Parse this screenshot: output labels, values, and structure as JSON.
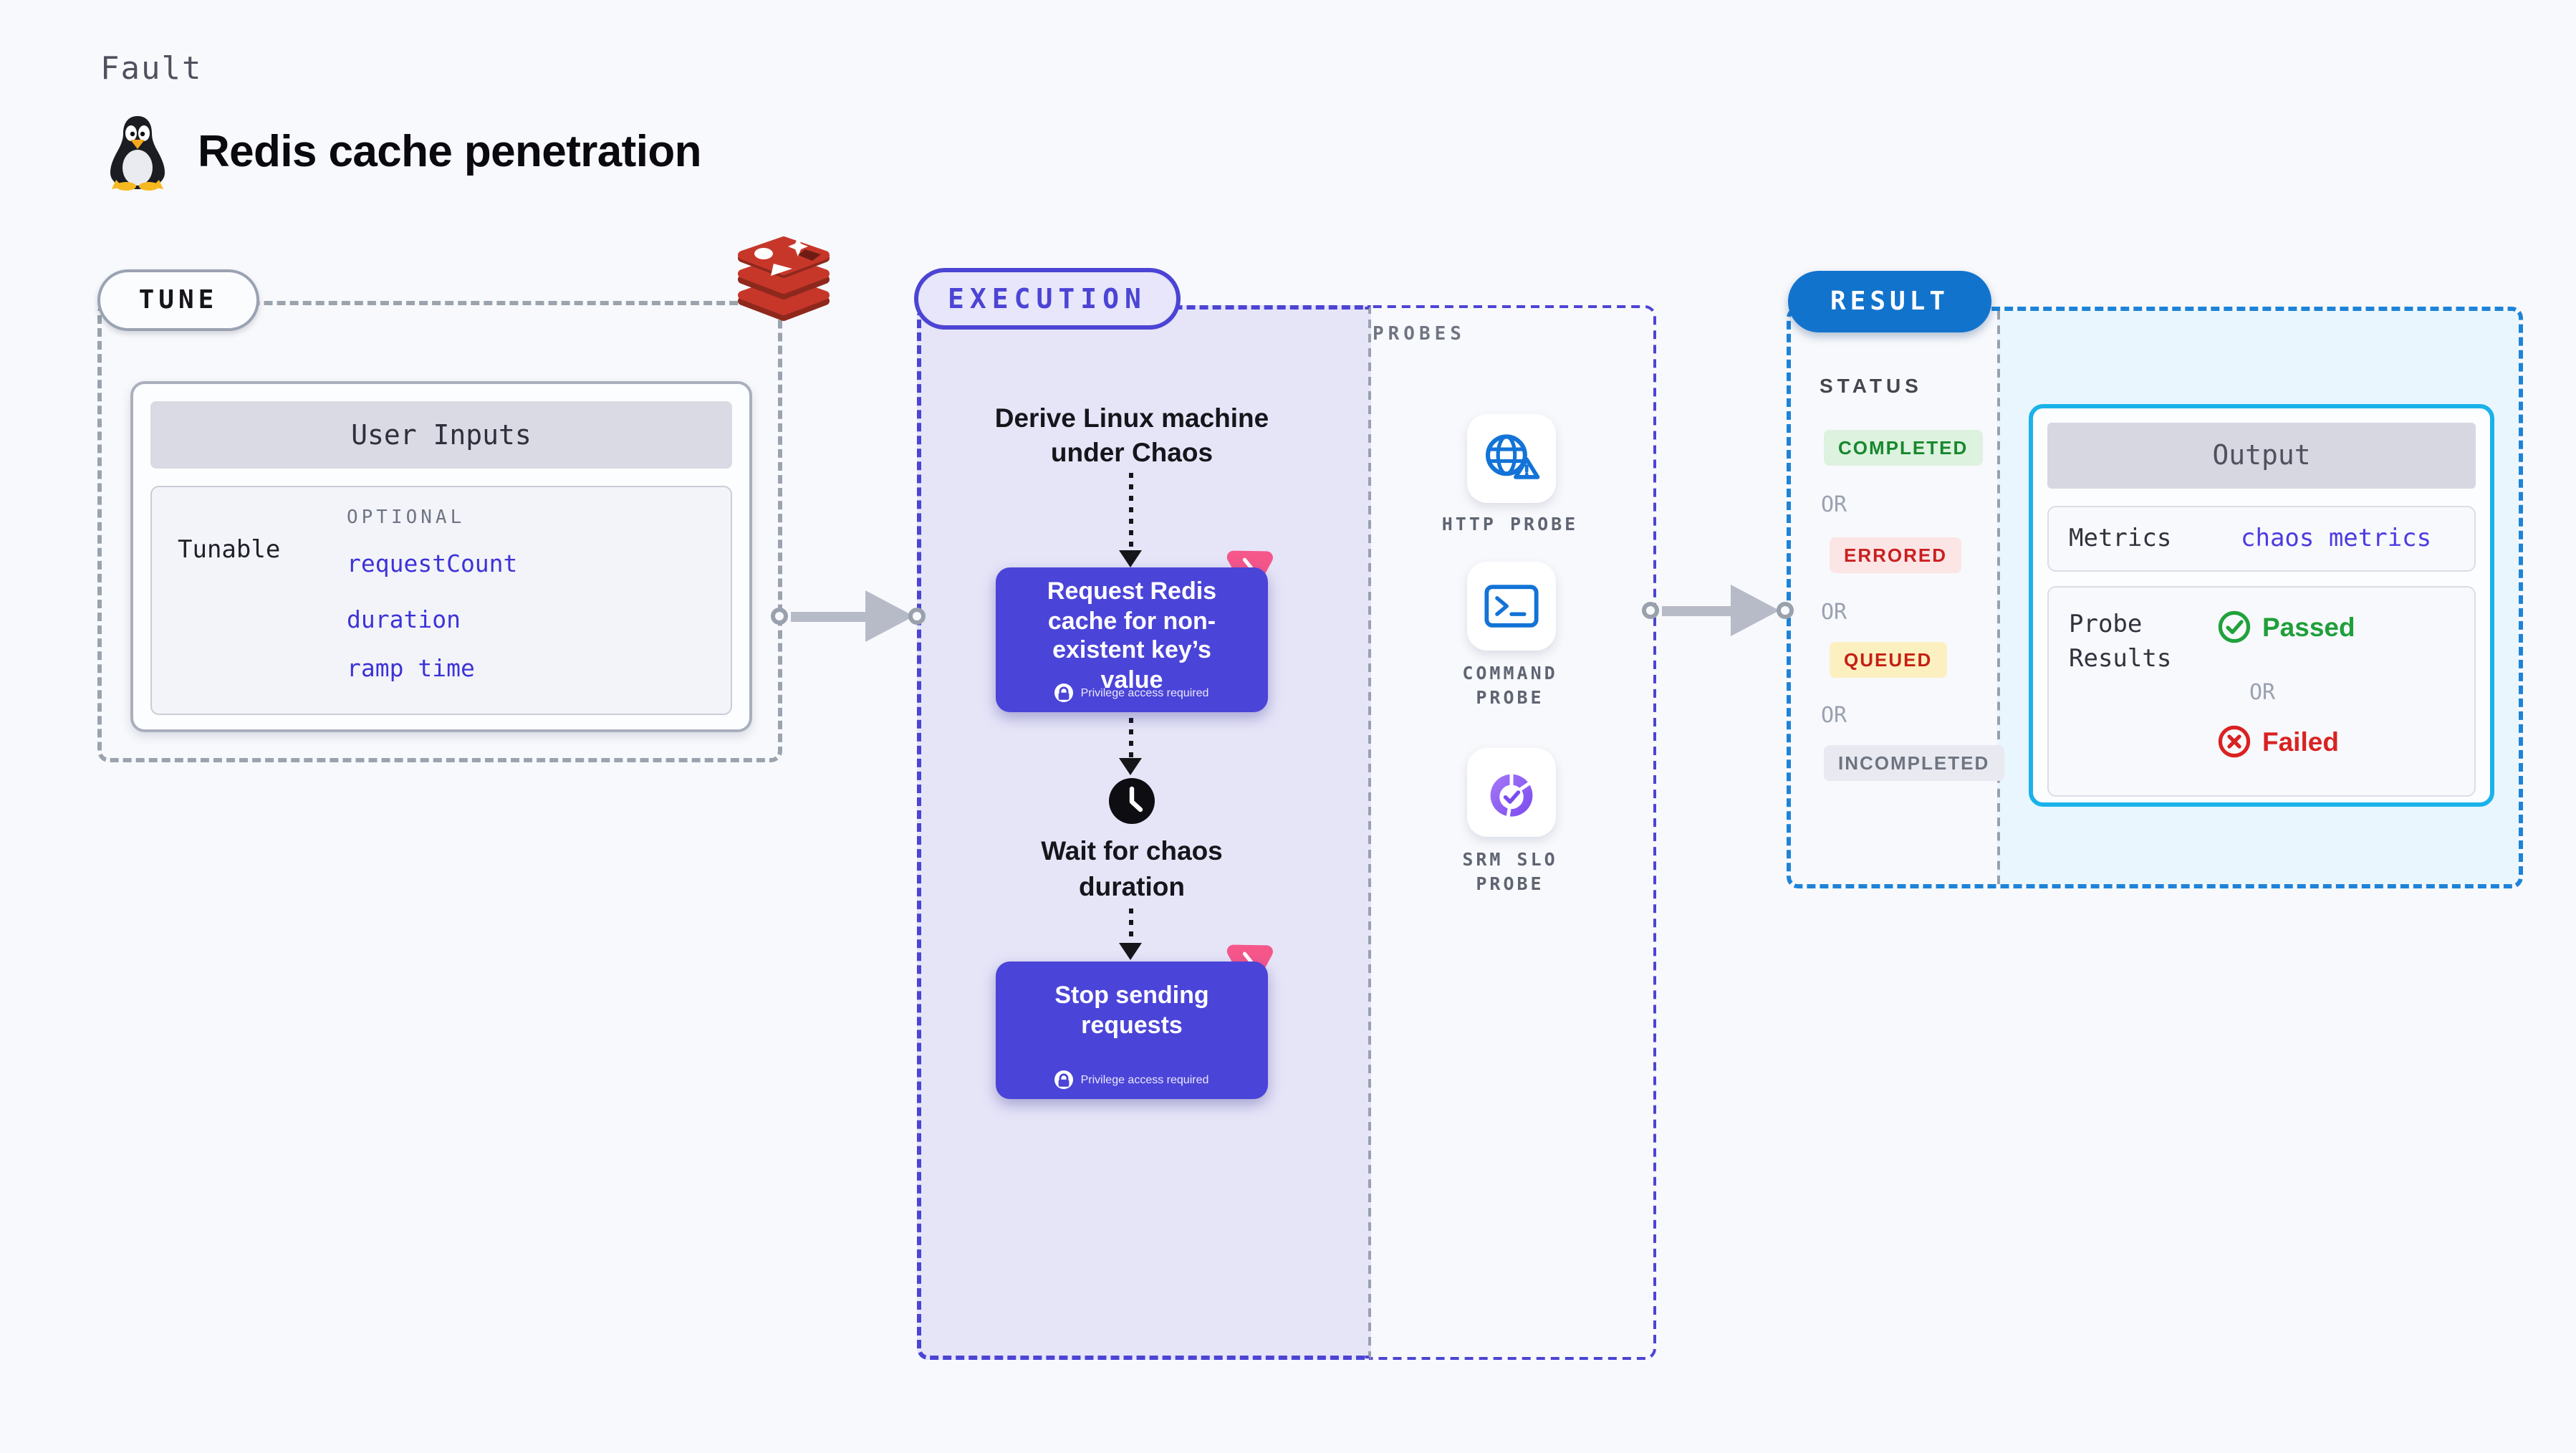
{
  "colors": {
    "accent_indigo": "#4b44d8",
    "accent_pink": "#f6578b",
    "result_blue": "#1273cd",
    "cyan_border": "#1ab2ea",
    "green": "#1d8a34",
    "red": "#cb1b1b",
    "lavender_bg": "#e6e5f8",
    "light_blue_bg": "#e9f6fd",
    "link_blue": "#3c33d8",
    "redis_red": "#c6372a"
  },
  "header": {
    "eyebrow": "Fault",
    "title": "Redis cache penetration",
    "platform_icon": "linux-tux"
  },
  "tune": {
    "pill": "TUNE",
    "target_icon": "redis-logo",
    "user_inputs_title": "User Inputs",
    "tunable_label": "Tunable",
    "optional_label": "OPTIONAL",
    "links": [
      "requestCount",
      "duration",
      "ramp time"
    ]
  },
  "execution": {
    "pill": "EXECUTION",
    "derive_text": "Derive Linux machine\nunder Chaos",
    "card1_text": "Request Redis\ncache for non-\nexistent key’s\nvalue",
    "privilege_text": "Privilege access required",
    "wait_text": "Wait for chaos\nduration",
    "card2_text": "Stop sending\nrequests",
    "badge_icon": "chaos-experiment",
    "clock_icon": "clock",
    "lock_icon": "lock"
  },
  "probes": {
    "label": "PROBES",
    "items": [
      {
        "icon": "globe-alert",
        "label": "HTTP PROBE"
      },
      {
        "icon": "terminal",
        "label": "COMMAND\nPROBE"
      },
      {
        "icon": "slo-donut-check",
        "label": "SRM SLO\nPROBE"
      }
    ]
  },
  "result": {
    "pill": "RESULT",
    "status_label": "STATUS",
    "or_label": "OR",
    "statuses": [
      {
        "label": "COMPLETED"
      },
      {
        "label": "ERRORED"
      },
      {
        "label": "QUEUED"
      },
      {
        "label": "INCOMPLETED"
      }
    ],
    "output": {
      "title": "Output",
      "metrics_label": "Metrics",
      "metrics_value": "chaos metrics",
      "probe_results_label": "Probe\nResults",
      "passed_label": "Passed",
      "or_label": "OR",
      "failed_label": "Failed"
    }
  }
}
